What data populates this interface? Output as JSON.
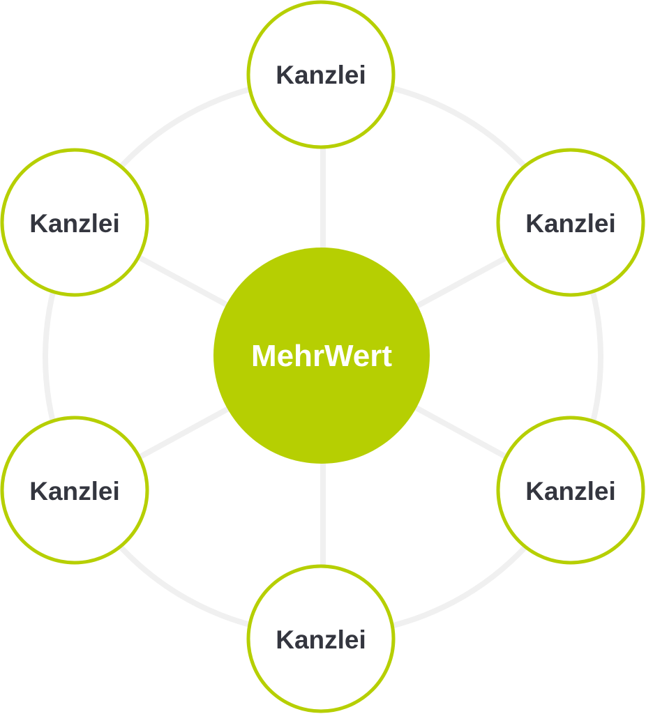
{
  "center": {
    "label": "MehrWert"
  },
  "nodes": [
    {
      "label": "Kanzlei"
    },
    {
      "label": "Kanzlei"
    },
    {
      "label": "Kanzlei"
    },
    {
      "label": "Kanzlei"
    },
    {
      "label": "Kanzlei"
    },
    {
      "label": "Kanzlei"
    }
  ],
  "colors": {
    "accent": "#b6cf02",
    "node_border": "#b6cf02",
    "node_fill": "#ffffff",
    "node_text": "#34363f",
    "center_text": "#ffffff",
    "connector": "#f0f0f0"
  }
}
